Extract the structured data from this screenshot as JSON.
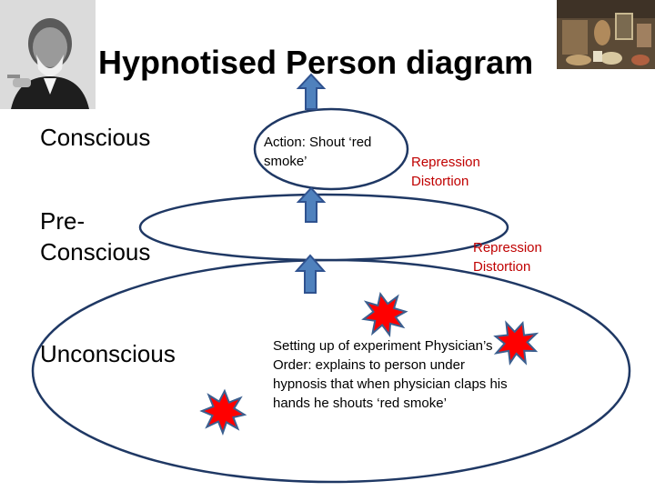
{
  "title": "Hypnotised Person diagram",
  "levels": {
    "conscious": "Conscious",
    "preconscious": "Pre-Conscious",
    "unconscious": "Unconscious"
  },
  "notes": {
    "action": "Action: Shout ‘red smoke’",
    "repression_1": [
      "Repression",
      "Distortion"
    ],
    "repression_2": [
      "Repression",
      "Distortion"
    ],
    "setup": "Setting up of experiment Physician’s Order: explains to person under hypnosis that when physician claps his hands he shouts ‘red smoke’"
  },
  "colors": {
    "arrow_fill": "#4f81bd",
    "arrow_stroke": "#2f528f",
    "ellipse_stroke": "#1f3864",
    "burst_fill": "#ff0000",
    "burst_stroke": "#3b5f8f",
    "repression_text": "#c00000"
  },
  "icons": [
    "portrait-photo",
    "consulting-room-photo",
    "up-arrow-icon",
    "starburst-icon"
  ]
}
